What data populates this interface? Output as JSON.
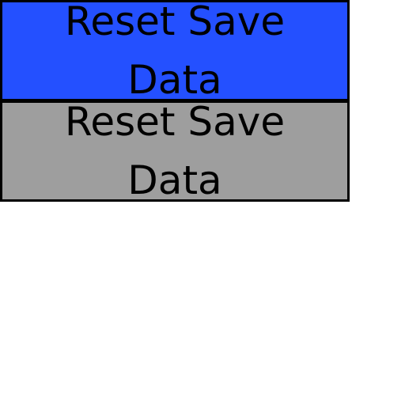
{
  "buttons": [
    {
      "label": "Reset Save Data",
      "state": "highlighted",
      "color": "#2450ff"
    },
    {
      "label": "Reset Save Data",
      "state": "normal",
      "color": "#9e9e9e"
    }
  ]
}
